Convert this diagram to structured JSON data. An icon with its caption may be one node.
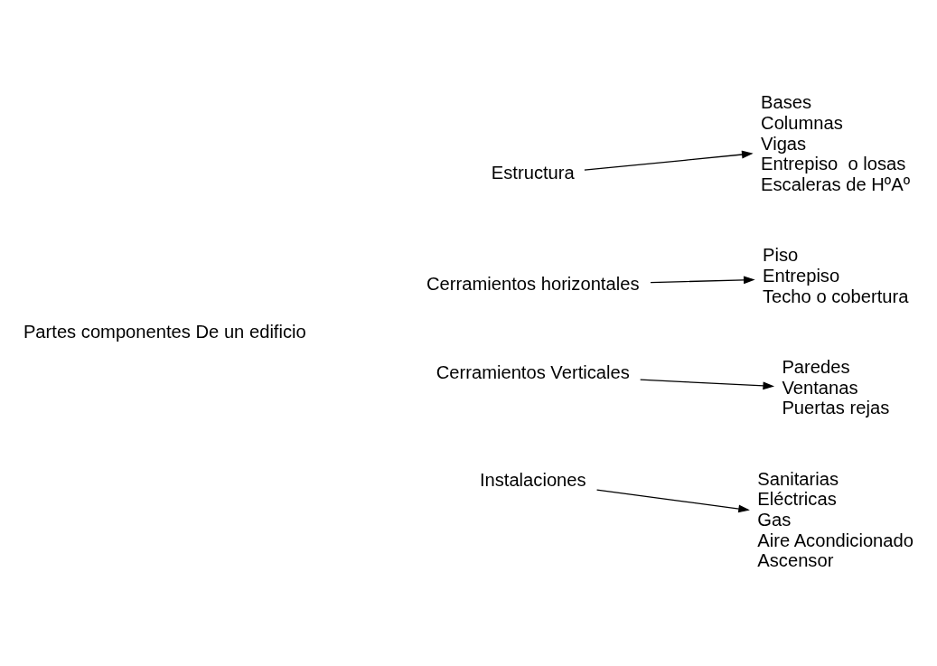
{
  "diagram": {
    "nodes": [
      {
        "text": [
          "Partes componentes De un edificio"
        ]
      },
      {
        "text": [
          "Estructura"
        ]
      },
      {
        "text": [
          "Cerramientos horizontales"
        ]
      },
      {
        "text": [
          "Cerramientos Verticales"
        ]
      },
      {
        "text": [
          "Instalaciones"
        ]
      },
      {
        "text": [
          "Bases",
          "Columnas",
          "Vigas",
          "Entrepiso  o losas",
          "Escaleras de HºAº"
        ]
      },
      {
        "text": [
          "Piso",
          "Entrepiso",
          "Techo o cobertura"
        ]
      },
      {
        "text": [
          "Paredes",
          "Ventanas",
          "Puertas rejas"
        ]
      },
      {
        "text": [
          "Sanitarias",
          "Eléctricas",
          "Gas",
          "Aire Acondicionado",
          "Ascensor"
        ]
      }
    ],
    "edges": [
      {
        "from": 1,
        "to": 5,
        "arrow": "to"
      },
      {
        "from": 2,
        "to": 6,
        "arrow": "to"
      },
      {
        "from": 3,
        "to": 7,
        "arrow": "to"
      },
      {
        "from": 4,
        "to": 8,
        "arrow": "to"
      }
    ]
  }
}
